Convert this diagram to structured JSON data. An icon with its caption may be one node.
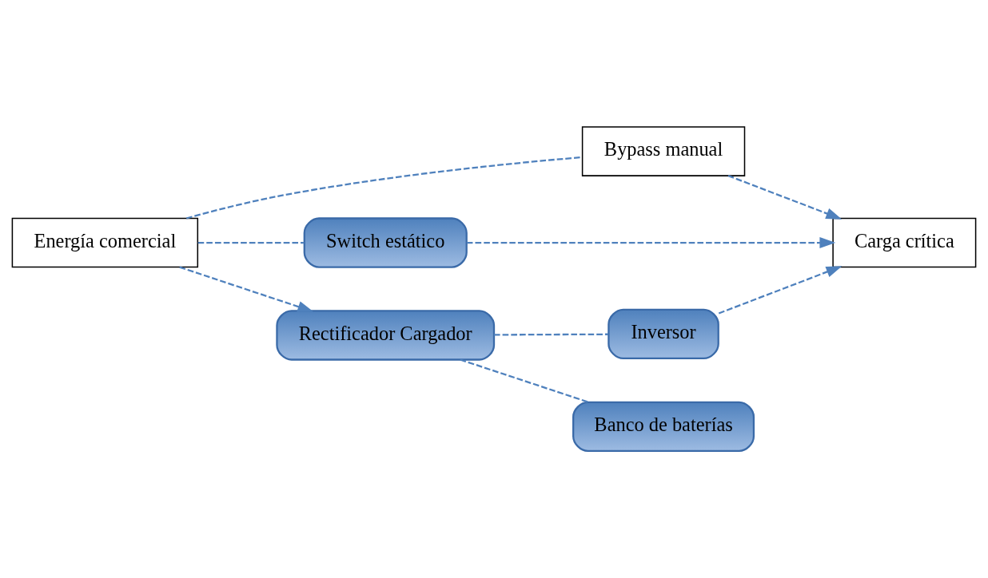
{
  "diagram": {
    "nodes": [
      {
        "text": [
          "Bypass manual"
        ]
      },
      {
        "text": [
          "Switch estático"
        ]
      },
      {
        "text": [
          "Rectificador Cargador"
        ]
      },
      {
        "text": [
          "Inversor"
        ]
      },
      {
        "text": [
          "Banco de baterías"
        ]
      },
      {
        "text": [
          "Energía comercial"
        ]
      },
      {
        "text": [
          "Carga crítica"
        ]
      }
    ],
    "edges": [
      {
        "from": 5,
        "to": 0,
        "arrow": "none",
        "style": "dashed"
      },
      {
        "from": 0,
        "to": 6,
        "arrow": "to",
        "style": "dashed"
      },
      {
        "from": 5,
        "to": 1,
        "arrow": "none",
        "style": "dashed"
      },
      {
        "from": 1,
        "to": 6,
        "arrow": "to",
        "style": "dashed"
      },
      {
        "from": 5,
        "to": 2,
        "arrow": "to",
        "style": "dashed"
      },
      {
        "from": 2,
        "to": 3,
        "arrow": "none",
        "style": "dashed"
      },
      {
        "from": 2,
        "to": 4,
        "arrow": "none",
        "style": "dashed"
      },
      {
        "from": 3,
        "to": 6,
        "arrow": "to",
        "style": "dashed"
      }
    ]
  }
}
